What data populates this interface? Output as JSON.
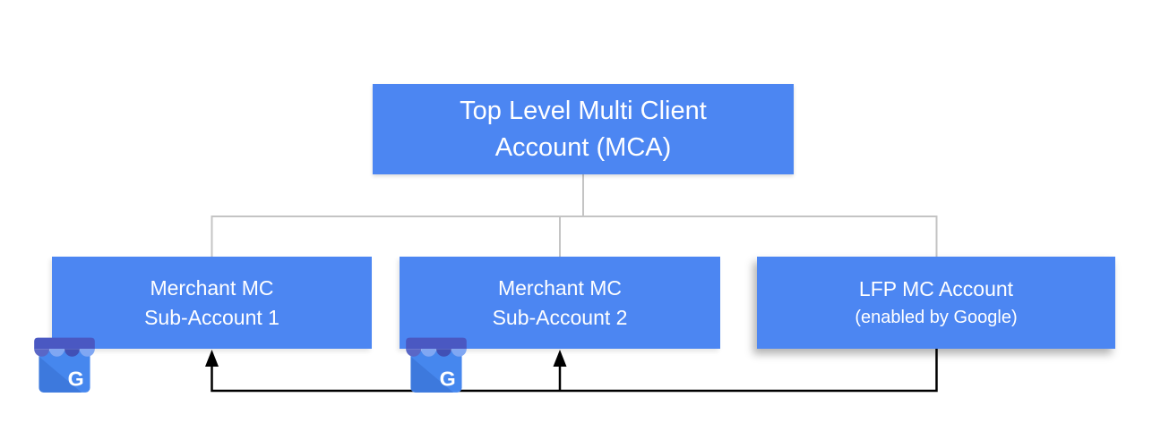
{
  "colors": {
    "node_fill": "#4c86f2",
    "node_text": "#ffffff",
    "tree_line": "#c4c4c4",
    "flow_line": "#000000",
    "canvas_background": "#ffffff",
    "icon_body": "#4687ee",
    "icon_body_shade": "#3d79dd",
    "icon_awning_bar": "#4a58c2",
    "icon_scallop_dark": "#4150b5",
    "icon_scallop_medium": "#5a67c6",
    "icon_scallop_light": "#80a7f3"
  },
  "nodes": {
    "root": {
      "line1": "Top Level Multi Client",
      "line2": "Account (MCA)"
    },
    "sub1": {
      "line1": "Merchant MC",
      "line2": "Sub-Account 1"
    },
    "sub2": {
      "line1": "Merchant MC",
      "line2": "Sub-Account 2"
    },
    "lfp": {
      "line1": "LFP MC Account",
      "line2": "(enabled by Google)"
    }
  },
  "icons": {
    "gbp": {
      "name": "google-business-profile-icon",
      "letter": "G"
    }
  }
}
